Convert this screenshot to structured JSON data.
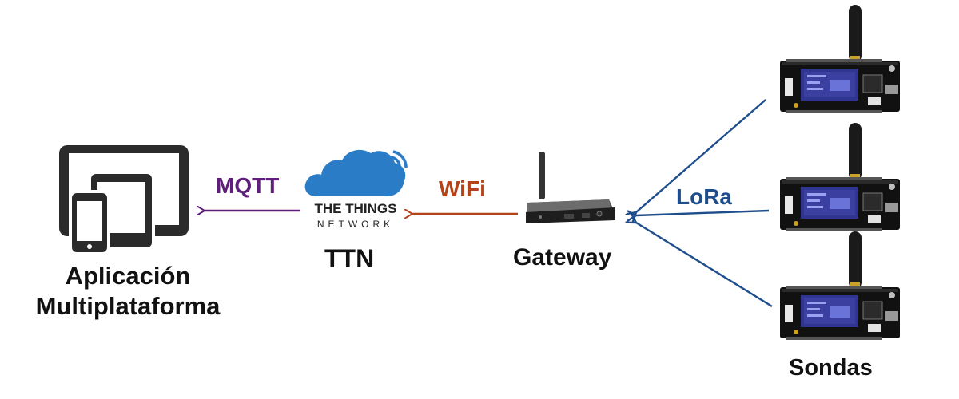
{
  "nodes": {
    "app": {
      "line1": "Aplicación",
      "line2": "Multiplataforma",
      "icon": "multi-device-icon"
    },
    "ttn": {
      "label": "TTN",
      "logo_line1": "THE THINGS",
      "logo_line2": "NETWORK",
      "icon": "cloud-icon"
    },
    "gateway": {
      "label": "Gateway",
      "icon": "gateway-icon"
    },
    "sondas": {
      "label": "Sondas",
      "icon": "lora-board-icon"
    }
  },
  "links": {
    "mqtt": {
      "label": "MQTT",
      "color": "#5e1f7a"
    },
    "wifi": {
      "label": "WiFi",
      "color": "#b5431a"
    },
    "lora": {
      "label": "LoRa",
      "color": "#1f4e8c"
    }
  },
  "colors": {
    "device_icon": "#2b2b2b",
    "cloud": "#2b7cc6",
    "board_pcb": "#111111",
    "board_screen": "#3a3fa0"
  }
}
